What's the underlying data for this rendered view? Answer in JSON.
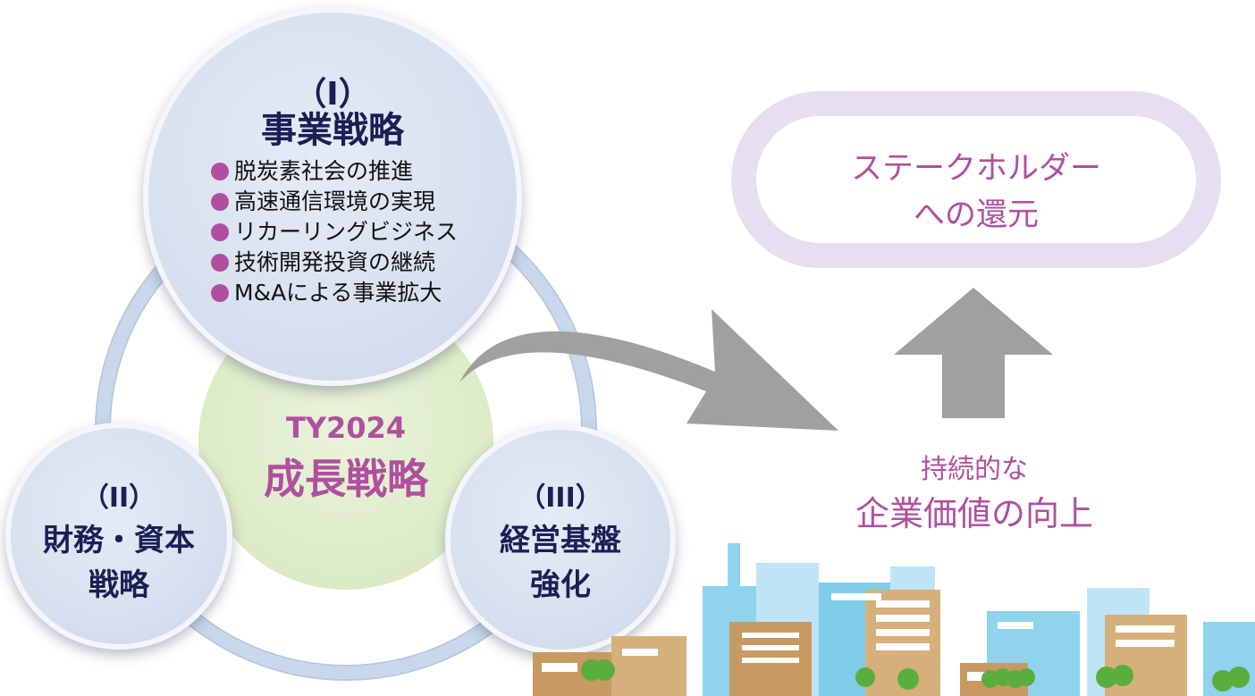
{
  "strategy": {
    "business": {
      "number": "（I）",
      "title": "事業戦略",
      "items": [
        "脱炭素社会の推進",
        "高速通信環境の実現",
        "リカーリングビジネス",
        "技術開発投資の継続",
        "M&Aによる事業拡大"
      ]
    },
    "center": {
      "code": "TY2024",
      "title": "成長戦略"
    },
    "finance": {
      "number": "（II）",
      "line1": "財務・資本",
      "line2": "戦略"
    },
    "management": {
      "number": "（III）",
      "line1": "経営基盤",
      "line2": "強化"
    }
  },
  "outcome": {
    "stakeholder": {
      "line1": "ステークホルダー",
      "line2": "への還元"
    },
    "value": {
      "line1": "持続的な",
      "line2": "企業価値の向上"
    }
  },
  "colors": {
    "accent": "#b04fa0",
    "navy": "#1a1f55",
    "arrow": "#a0a0a0",
    "pill_border": "#e5dff0",
    "circle_blue": "#d7e0ef",
    "center_green": "#dcebc6"
  },
  "icons": [
    "bullet-dot-icon",
    "curved-arrow-icon",
    "up-arrow-icon",
    "cityscape-illustration"
  ]
}
